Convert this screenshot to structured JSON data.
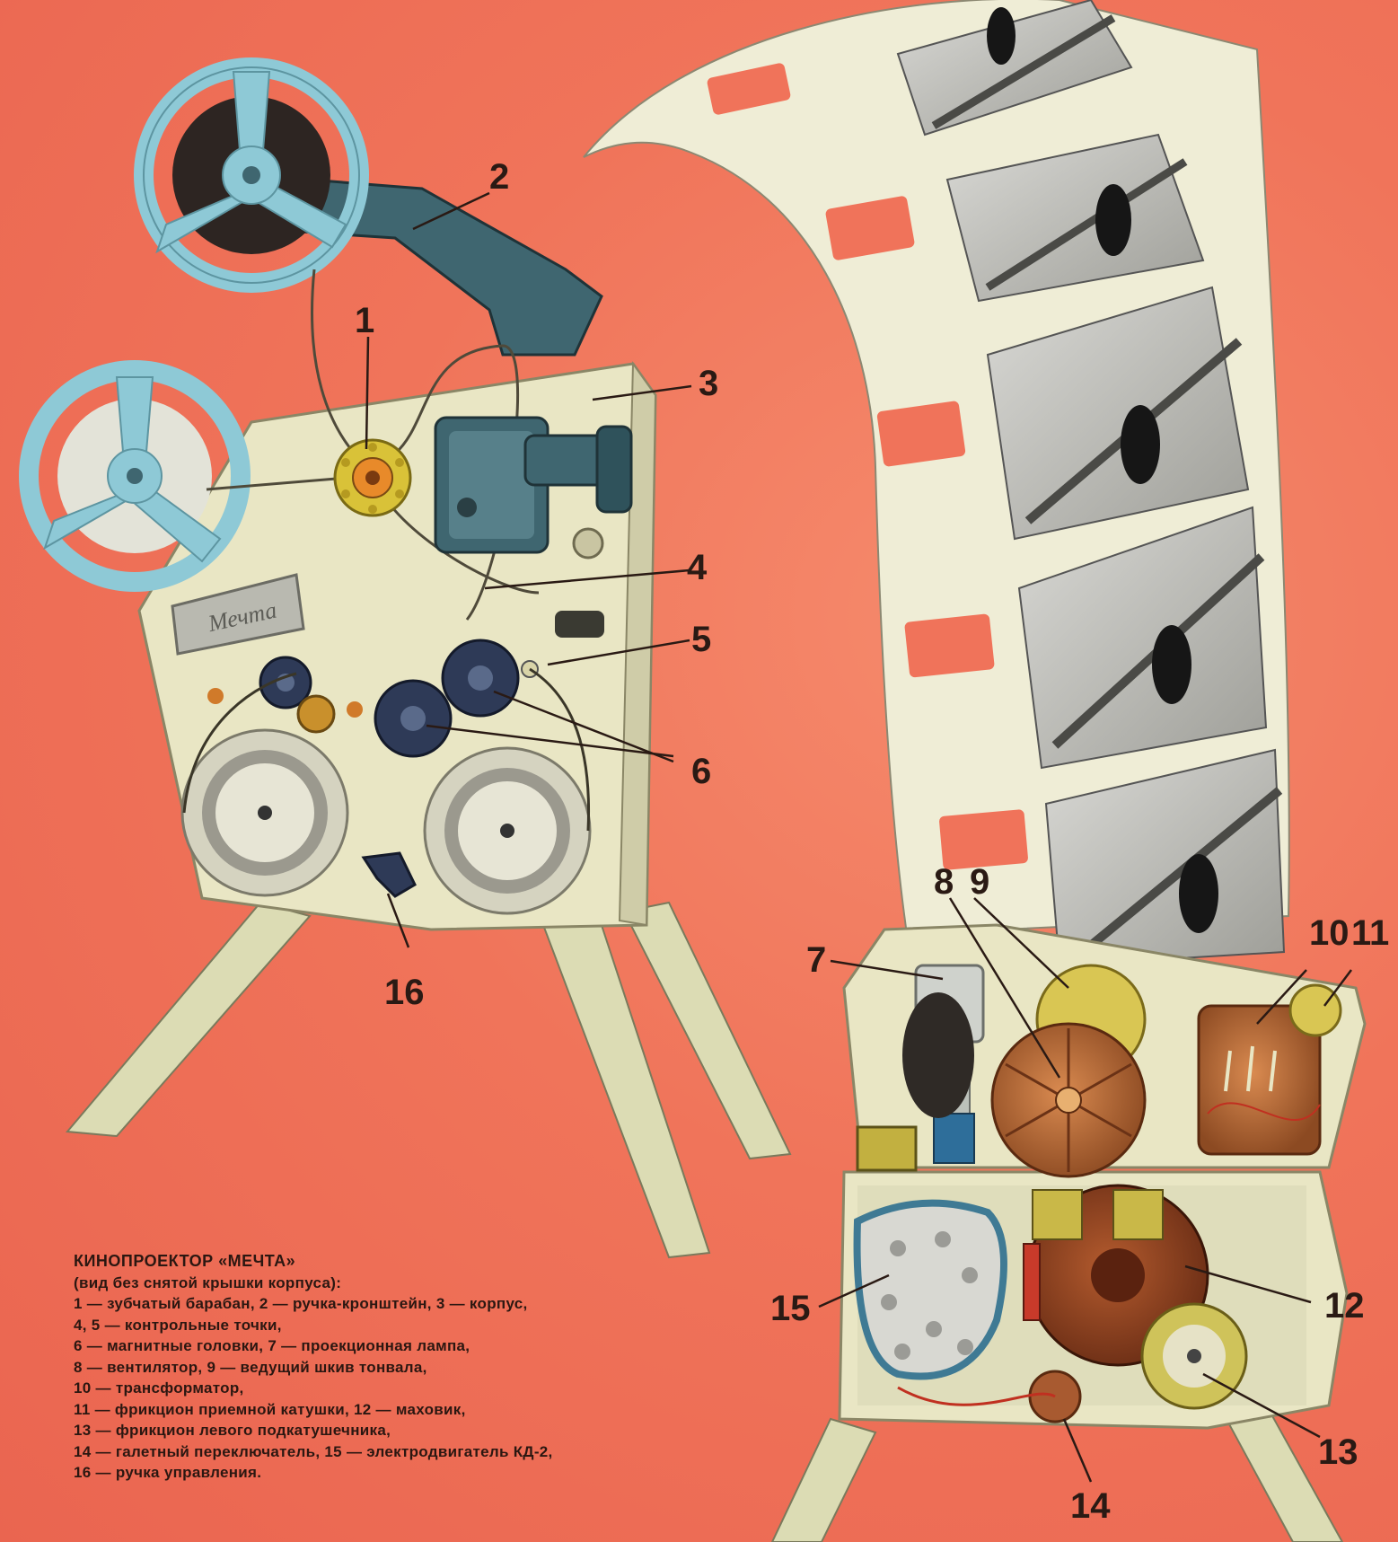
{
  "callouts": {
    "n1": "1",
    "n2": "2",
    "n3": "3",
    "n4": "4",
    "n5": "5",
    "n6": "6",
    "n7": "7",
    "n8": "8",
    "n9": "9",
    "n10": "10",
    "n11": "11",
    "n12": "12",
    "n13": "13",
    "n14": "14",
    "n15": "15",
    "n16": "16"
  },
  "logo_text": "Мечта",
  "caption": {
    "title": "КИНОПРОЕКТОР «МЕЧТА»",
    "lines": [
      "(вид без снятой крышки корпуса):",
      "1 — зубчатый барабан, 2 — ручка-кронштейн, 3 — корпус,",
      "4, 5 — контрольные точки,",
      "6 — магнитные головки, 7 — проекционная лампа,",
      "8 — вентилятор, 9 — ведущий шкив тонвала,",
      "10 — трансформатор,",
      "11 — фрикцион приемной катушки, 12 — маховик,",
      "13 — фрикцион левого подкатушечника,",
      "14 — галетный переключатель, 15 — электродвигатель КД-2,",
      "16 — ручка управления."
    ]
  },
  "colors": {
    "background": "#f0745a",
    "body": "#e9e6c4",
    "reel_blue": "#8ec9d6",
    "arm": "#3f6670",
    "film": "#efedd6",
    "perforation": "#f0735a",
    "text": "#2a1a14"
  }
}
